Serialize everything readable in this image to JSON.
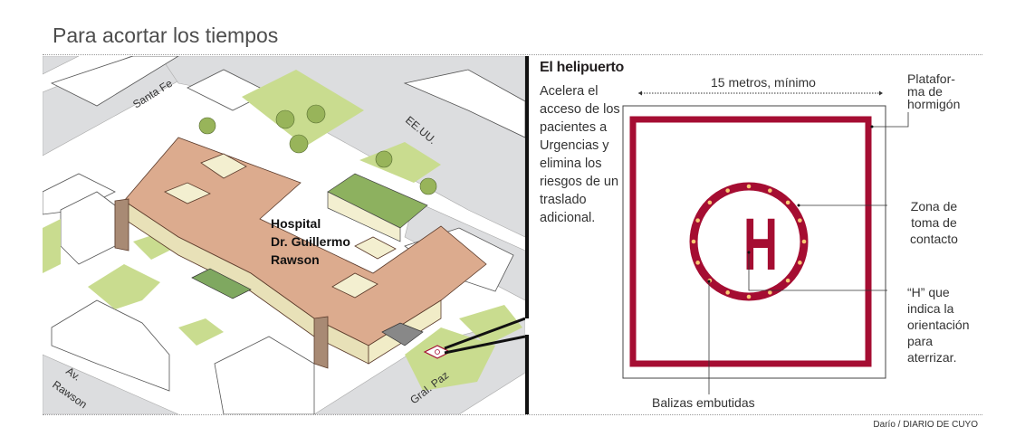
{
  "title": "Para acortar los tiempos",
  "map": {
    "streets": [
      "Santa Fe",
      "EE.UU.",
      "Gral. Paz",
      "Av. Rawson"
    ],
    "hospital_label": [
      "Hospital",
      "Dr. Guillermo",
      "Rawson"
    ]
  },
  "heliport": {
    "heading": "El helipuerto",
    "description": "Acelera el acceso de los pacientes a Urgencias y elimina los riesgos de un traslado adicional.",
    "dimension": "15 metros, mínimo",
    "labels": {
      "platform": "Platafor-\nma de\nhormigón",
      "touch_zone": "Zona de\ntoma de\ncontacto",
      "h_mark": "“H” que\nindica la\norientación\npara\naterrizar.",
      "beacons": "Balizas embutidas"
    },
    "h_letter": "H",
    "colors": {
      "marking": "#a50d32",
      "beacon": "#f7c873"
    }
  },
  "credit": "Darío / DIARIO DE CUYO"
}
